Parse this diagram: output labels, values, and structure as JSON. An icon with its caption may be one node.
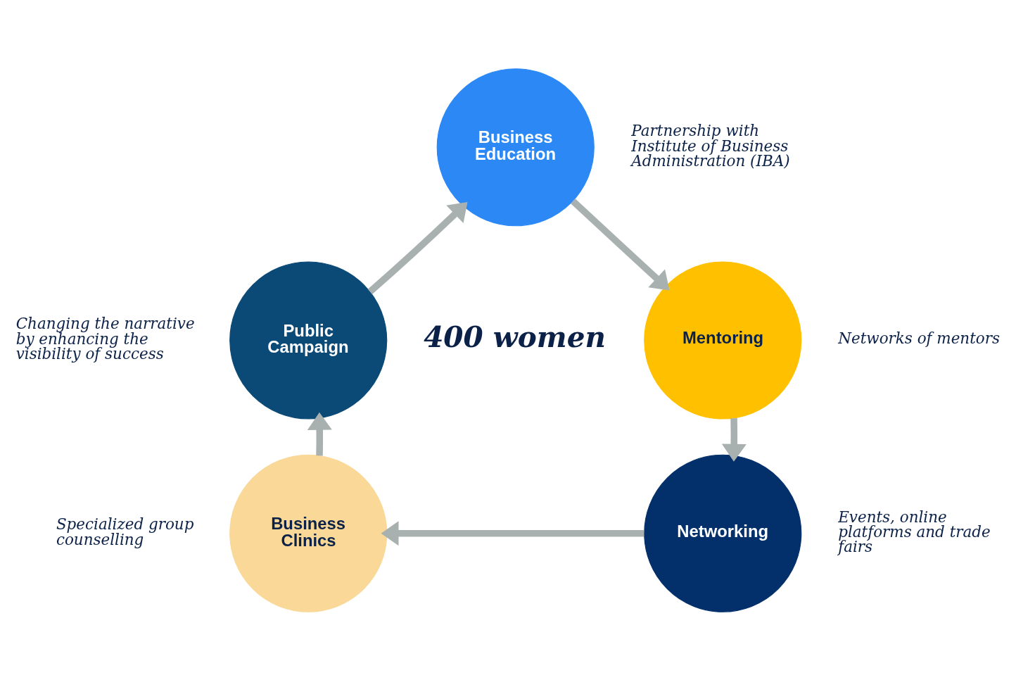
{
  "diagram": {
    "nodes": [
      {
        "text": [
          "Business Education"
        ],
        "beside": [
          "Partnership with Institute of Business Administration (IBA)"
        ]
      },
      {
        "text": [
          "Mentoring"
        ],
        "beside": [
          "Networks of mentors"
        ]
      },
      {
        "text": [
          "Networking"
        ],
        "beside": [
          "Events, online platforms and trade fairs"
        ]
      },
      {
        "text": [
          "Business Clinics"
        ],
        "beside": [
          "Specialized group counselling"
        ]
      },
      {
        "text": [
          "Public Campaign"
        ],
        "beside": [
          "Changing the narrative by enhancing the visibility of success"
        ]
      }
    ],
    "edges": [
      {
        "from": 0,
        "to": 1,
        "arrow": "to"
      },
      {
        "from": 1,
        "to": 2,
        "arrow": "to"
      },
      {
        "from": 2,
        "to": 3,
        "arrow": "to"
      },
      {
        "from": 3,
        "to": 4,
        "arrow": "to"
      },
      {
        "from": 4,
        "to": 0,
        "arrow": "to"
      }
    ],
    "labels": [
      "400 women"
    ]
  }
}
